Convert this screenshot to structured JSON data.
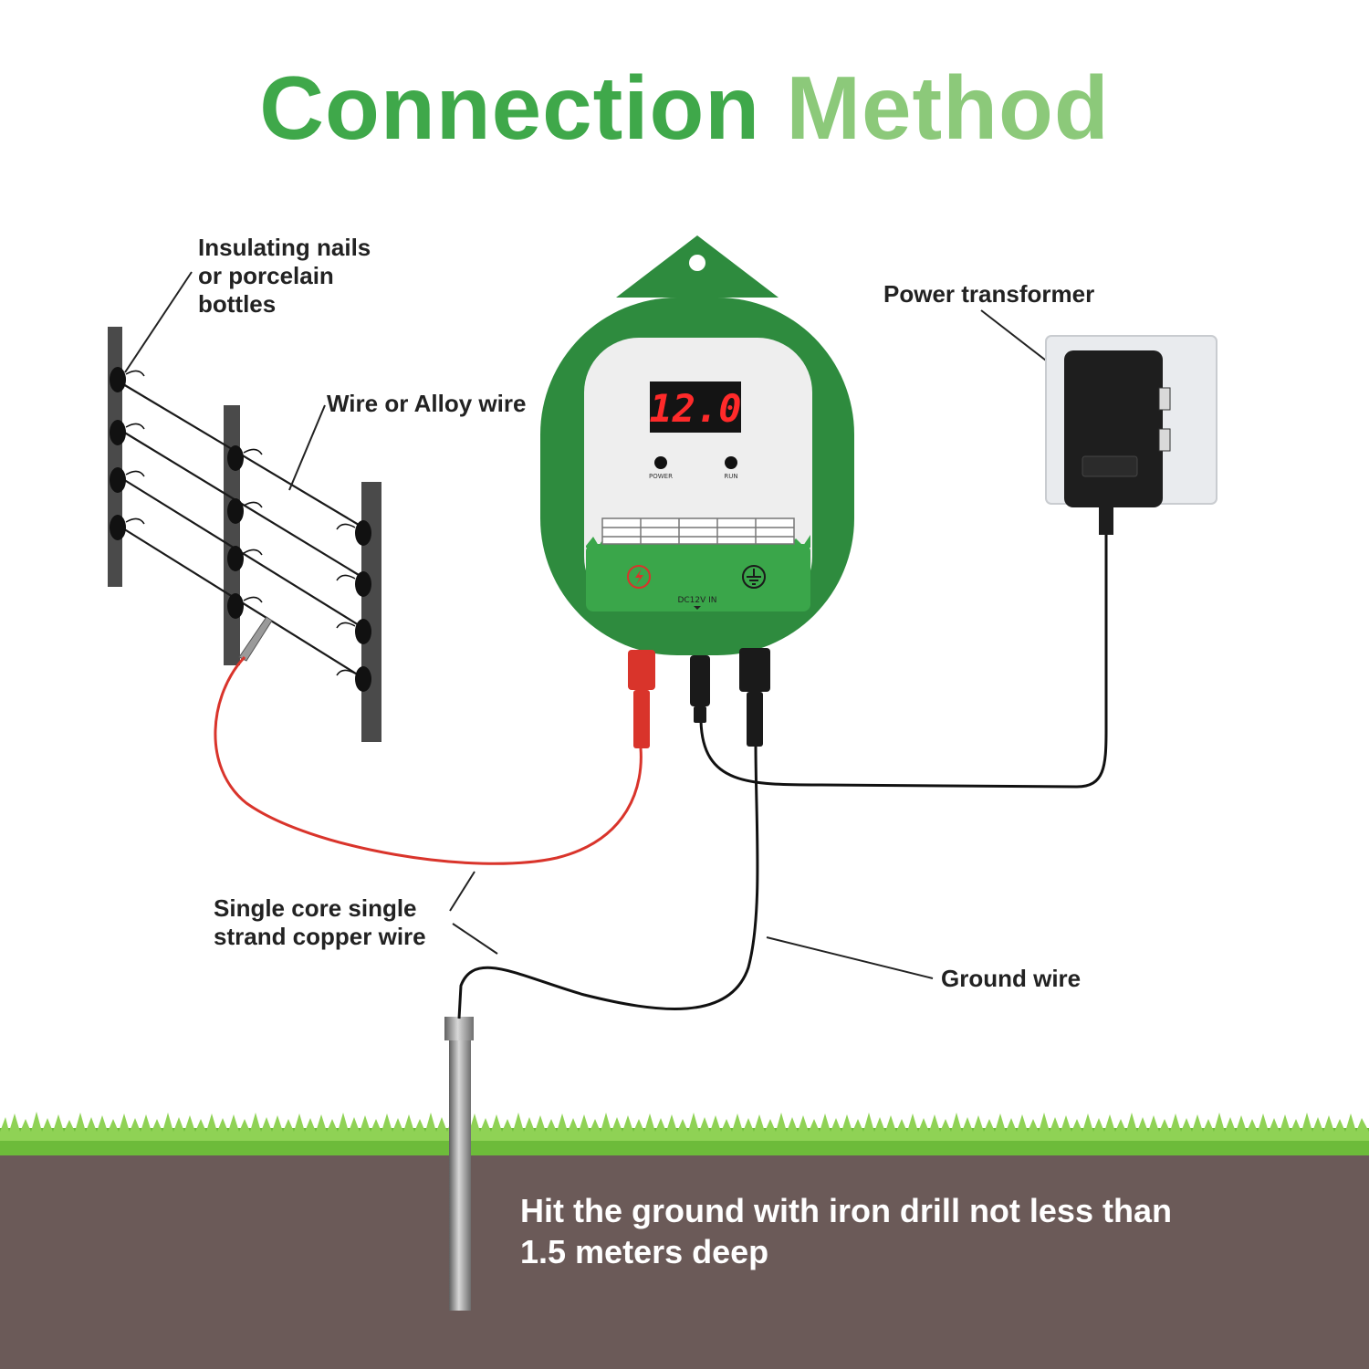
{
  "title": {
    "part1": "Connection",
    "part2": "Method"
  },
  "labels": {
    "insulating": [
      "Insulating nails",
      "or porcelain",
      "bottles"
    ],
    "wire": "Wire or Alloy wire",
    "transformer": "Power transformer",
    "copper": [
      "Single core single",
      "strand copper wire"
    ],
    "ground": "Ground wire"
  },
  "note": {
    "line1": "Hit the ground with iron drill not less than",
    "line2": "1.5 meters deep"
  },
  "device": {
    "display": "12.0",
    "power_label": "POWER",
    "run_label": "RUN",
    "dc_label": "DC12V IN"
  },
  "colors": {
    "device_green": "#2e8b3e",
    "title_green": "#3fa84a",
    "soil": "#6b5a58",
    "grass": "#6dbb3a",
    "live_wire": "#d9342b",
    "display_red": "#ff2a2a"
  }
}
